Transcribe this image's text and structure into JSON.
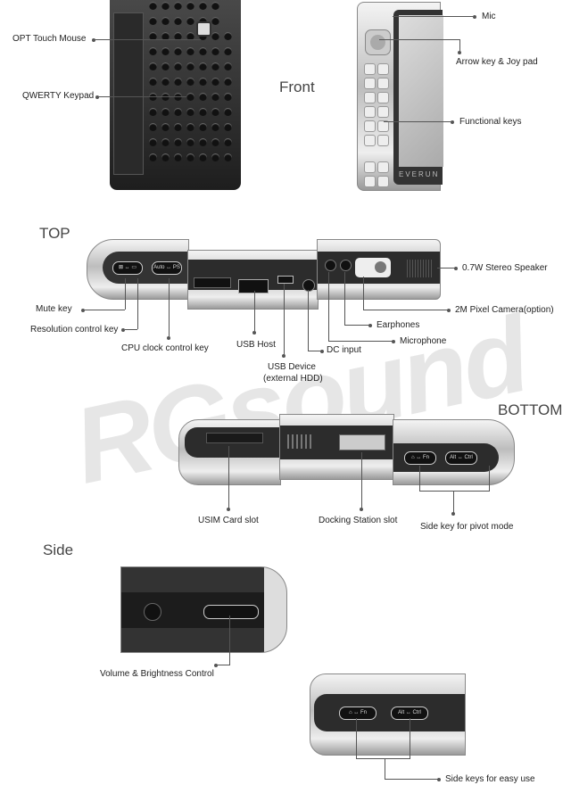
{
  "watermark": "RGsound",
  "sections": {
    "front": "Front",
    "top": "TOP",
    "bottom": "BOTTOM",
    "side": "Side"
  },
  "front_labels": {
    "opt_touch_mouse": "OPT Touch Mouse",
    "qwerty_keypad": "QWERTY Keypad",
    "mic": "Mic",
    "arrow_key": "Arrow key & Joy pad",
    "functional_keys": "Functional keys",
    "brand": "EVERUN"
  },
  "top_labels": {
    "mute_key": "Mute key",
    "resolution_key": "Resolution control key",
    "cpu_clock_key": "CPU clock control key",
    "usb_host": "USB Host",
    "usb_device_1": "USB Device",
    "usb_device_2": "(external HDD)",
    "dc_input": "DC input",
    "microphone": "Microphone",
    "earphones": "Earphones",
    "camera": "2M Pixel Camera(option)",
    "speaker": "0.7W Stereo Speaker",
    "btn1": "⊠ ↔ ▭",
    "btn2": "Auto ↔ PS"
  },
  "bottom_labels": {
    "usim": "USIM Card slot",
    "docking": "Docking Station slot",
    "pivot": "Side key for pivot mode",
    "btn1": "⌂ ↔ Fn",
    "btn2": "Alt ↔ Ctrl"
  },
  "side_labels": {
    "volume": "Volume & Brightness Control",
    "easy_keys": "Side keys for easy use",
    "btn1": "⌂ ↔ Fn",
    "btn2": "Alt ↔ Ctrl"
  }
}
